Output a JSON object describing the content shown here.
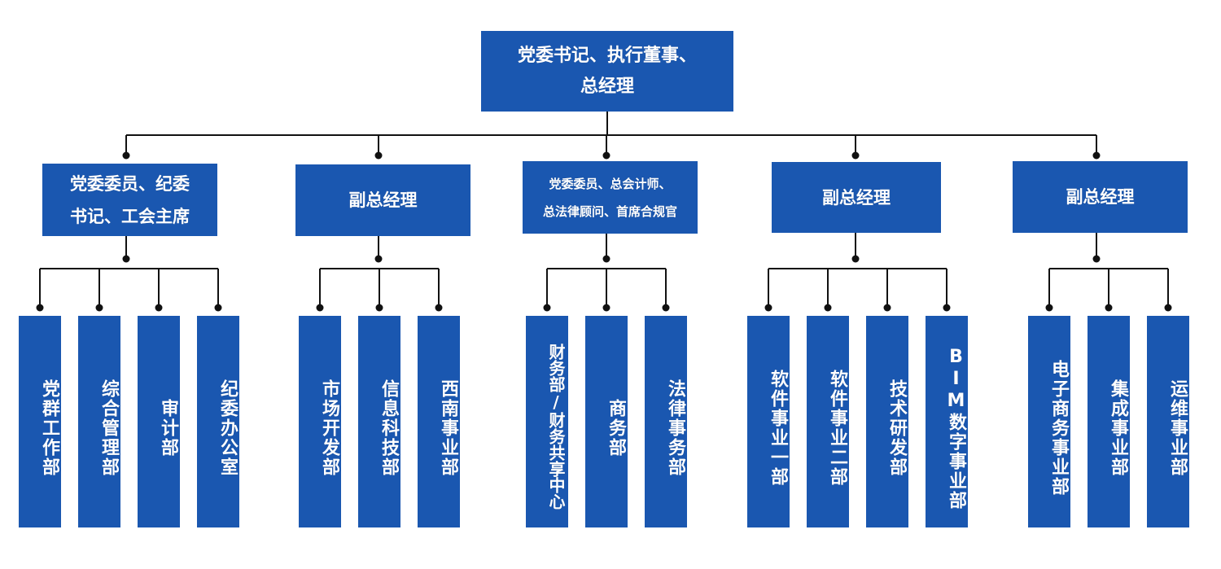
{
  "top": {
    "label": "党委书记、执行董事、\n总经理"
  },
  "colors": {
    "box": "#1a57b0",
    "text": "#ffffff",
    "line": "#111111"
  },
  "groups": [
    {
      "label": "党委委员、纪委\n书记、工会主席",
      "departments": [
        "党群工作部",
        "综合管理部",
        "审计部",
        "纪委办公室"
      ]
    },
    {
      "label": "副总经理",
      "departments": [
        "市场开发部",
        "信息科技部",
        "西南事业部"
      ]
    },
    {
      "label": "党委委员、总会计师、\n总法律顾问、首席合规官",
      "departments": [
        "财务部/财务共享中心",
        "商务部",
        "法律事务部"
      ]
    },
    {
      "label": "副总经理",
      "departments": [
        "软件事业一部",
        "软件事业二部",
        "技术研发部",
        "BIM数字事业部"
      ]
    },
    {
      "label": "副总经理",
      "departments": [
        "电子商务事业部",
        "集成事业部",
        "运维事业部"
      ]
    }
  ]
}
